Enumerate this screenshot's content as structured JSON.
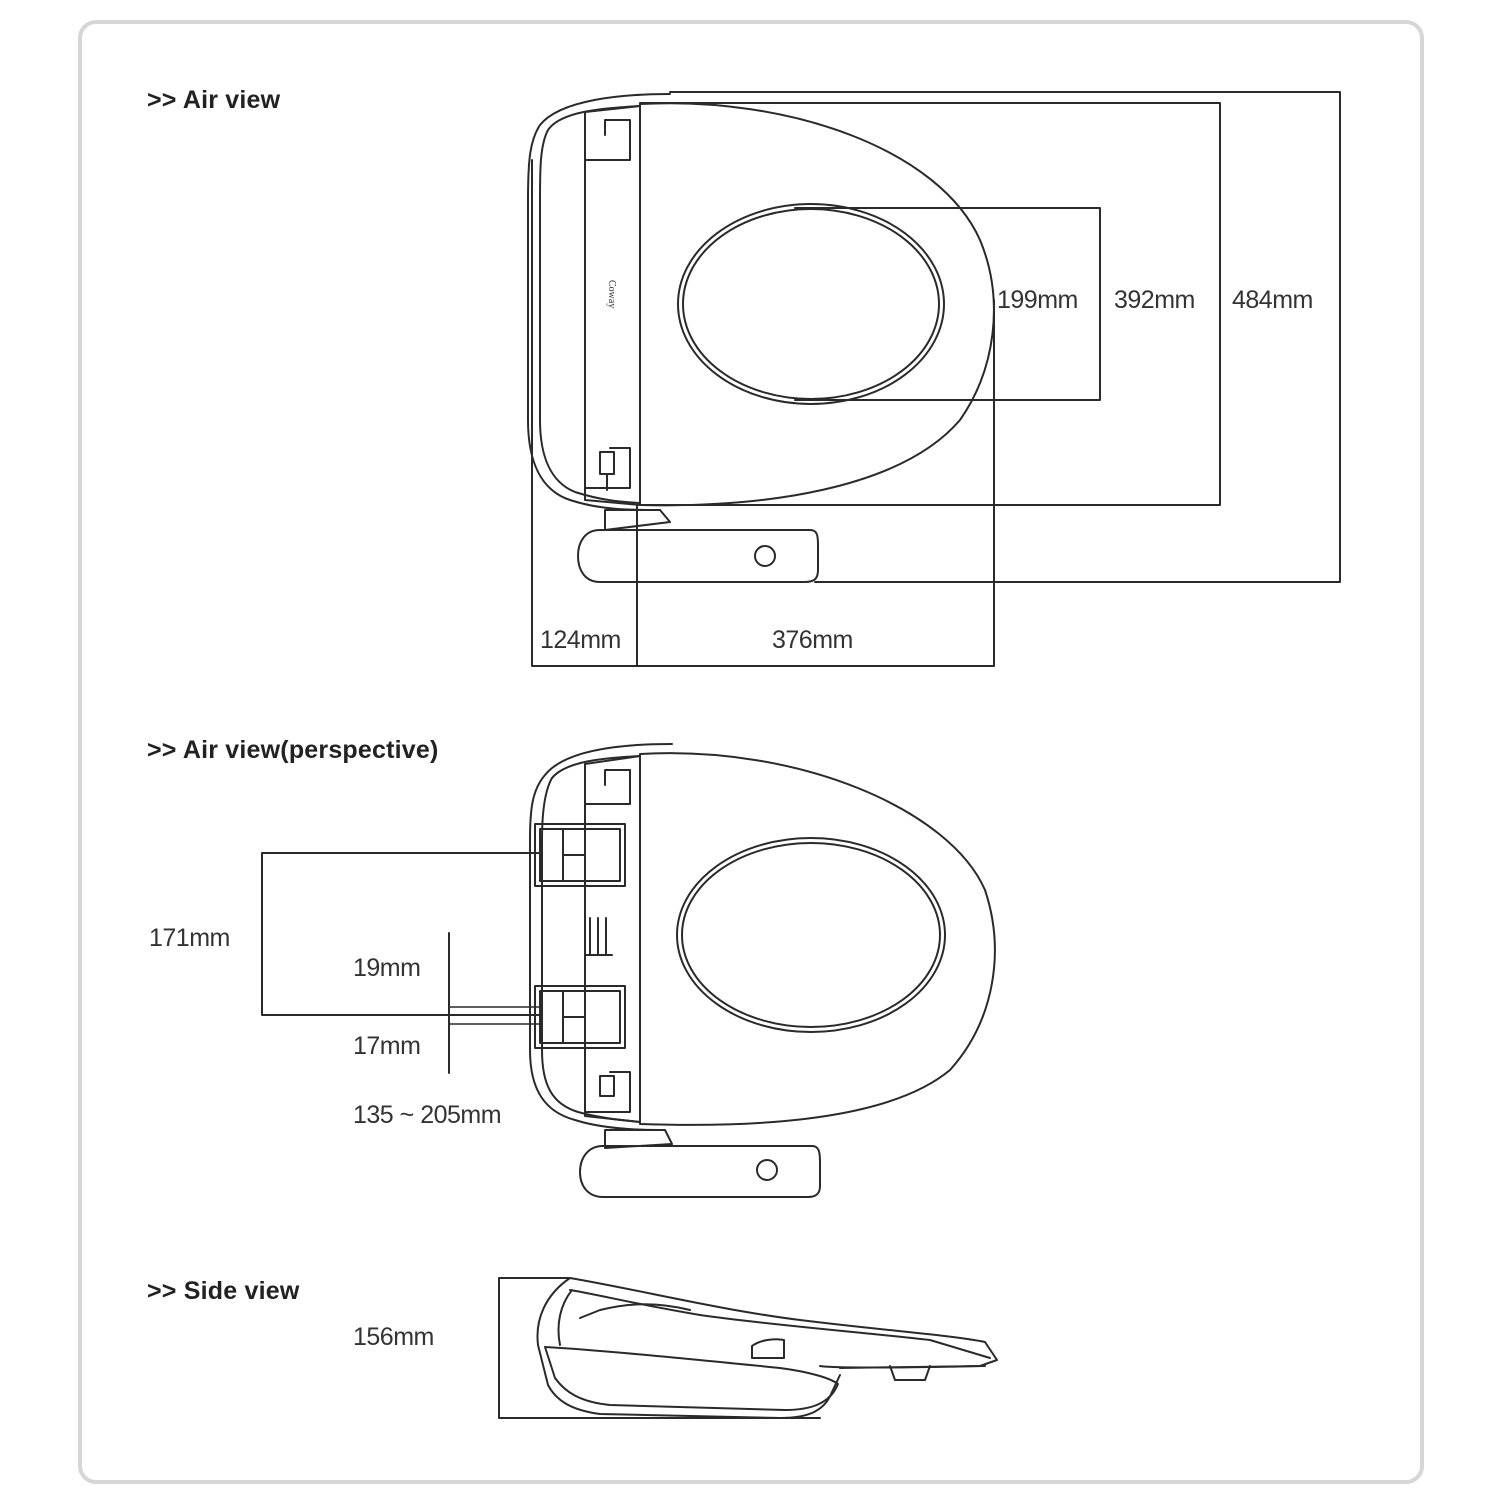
{
  "headings": {
    "air_view": ">> Air view",
    "air_view_perspective": ">> Air view(perspective)",
    "side_view": ">> Side view"
  },
  "air_view": {
    "dim_199": "199mm",
    "dim_392": "392mm",
    "dim_484": "484mm",
    "dim_124": "124mm",
    "dim_376": "376mm",
    "brand": "Coway"
  },
  "perspective": {
    "dim_171": "171mm",
    "dim_19": "19mm",
    "dim_17": "17mm",
    "dim_range": "135 ~ 205mm"
  },
  "side_view": {
    "dim_156": "156mm"
  },
  "colors": {
    "line": "#2a2a2a",
    "frame": "#d6d6d6"
  }
}
